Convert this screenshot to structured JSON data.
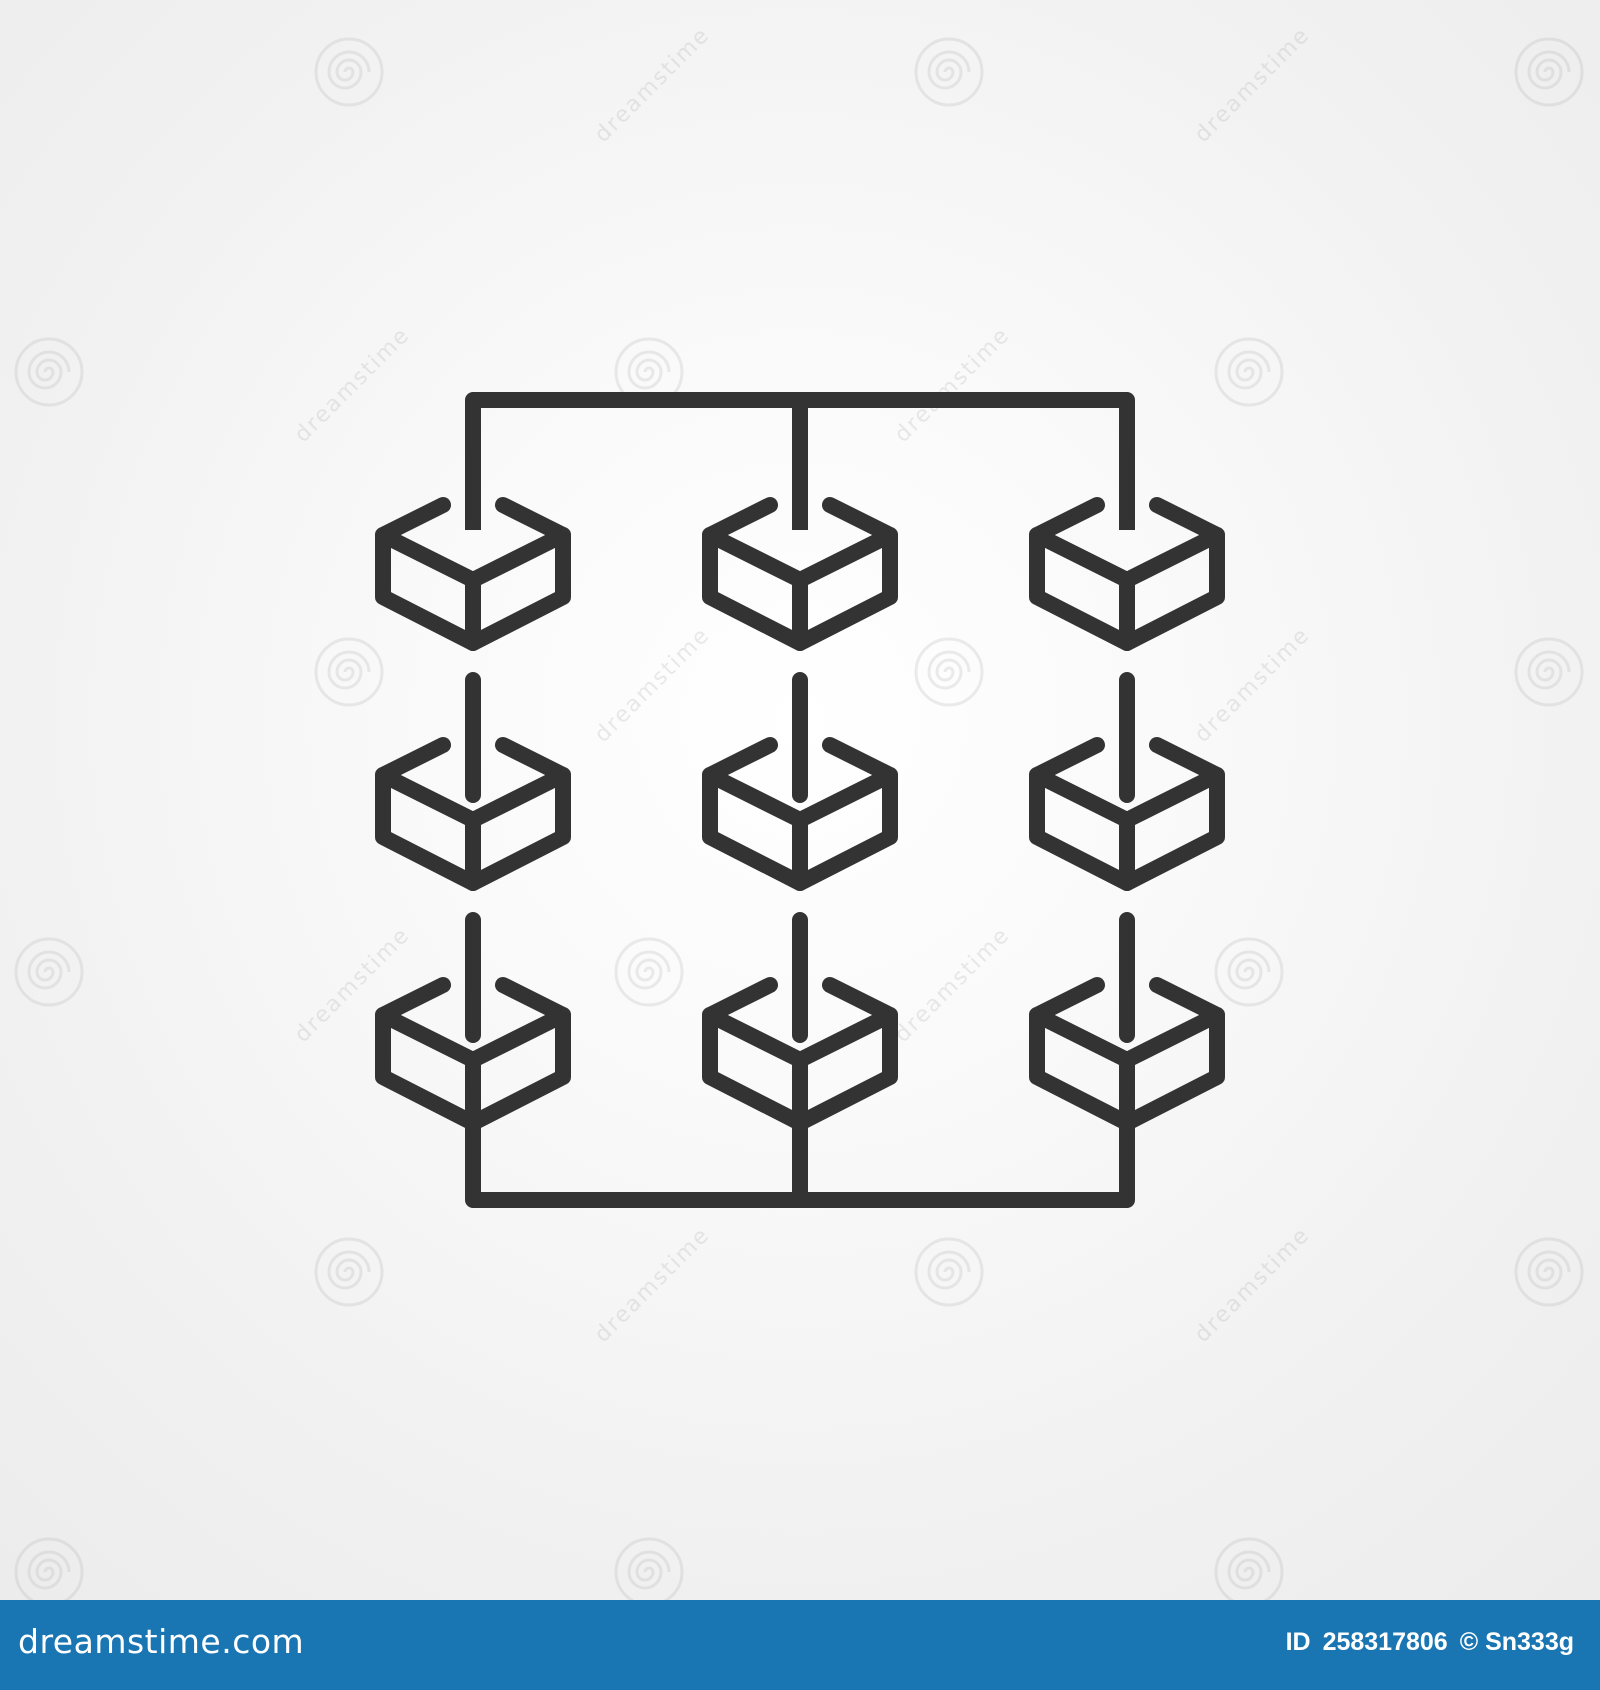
{
  "footer": {
    "logo_text": "dreamstime.com",
    "id_label": "ID",
    "id_value": "258317806",
    "credit": "© Sn333g"
  },
  "watermark": {
    "text": "dreamstime",
    "icon": "spiral-icon"
  },
  "diagram": {
    "icon": "cube-icon",
    "columns": 3,
    "rows": 3,
    "stroke_color": "#333333"
  },
  "colors": {
    "footer_bar": "#1a76b3",
    "footer_text": "#ffffff",
    "background": "#f1f1f1"
  }
}
